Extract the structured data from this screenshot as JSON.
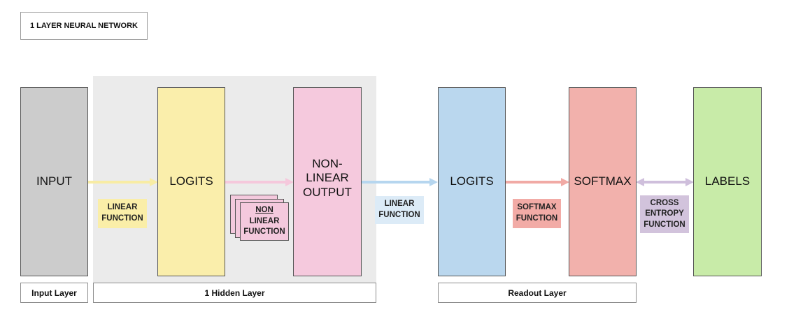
{
  "title": "1 LAYER NEURAL NETWORK",
  "layers": {
    "input": "INPUT",
    "logits_hidden": "LOGITS",
    "nonlinear_output": "NON-\nLINEAR\nOUTPUT",
    "logits_readout": "LOGITS",
    "softmax": "SOFTMAX",
    "labels": "LABELS"
  },
  "functions": {
    "linear_1": "LINEAR\nFUNCTION",
    "non_linear_top": "NON",
    "non_linear_rest": "LINEAR\nFUNCTION",
    "linear_2": "LINEAR\nFUNCTION",
    "softmax": "SOFTMAX\nFUNCTION",
    "cross_entropy": "CROSS\nENTROPY\nFUNCTION"
  },
  "captions": {
    "input": "Input Layer",
    "hidden": "1 Hidden Layer",
    "readout": "Readout Layer"
  },
  "colors": {
    "input": "#cccccc",
    "logits_hidden": "#faeeab",
    "nonlinear": "#f5c9dd",
    "logits_readout": "#bad7ee",
    "softmax": "#f2b1ac",
    "labels": "#c8eba8",
    "cross_entropy": "#d2c3dc"
  }
}
